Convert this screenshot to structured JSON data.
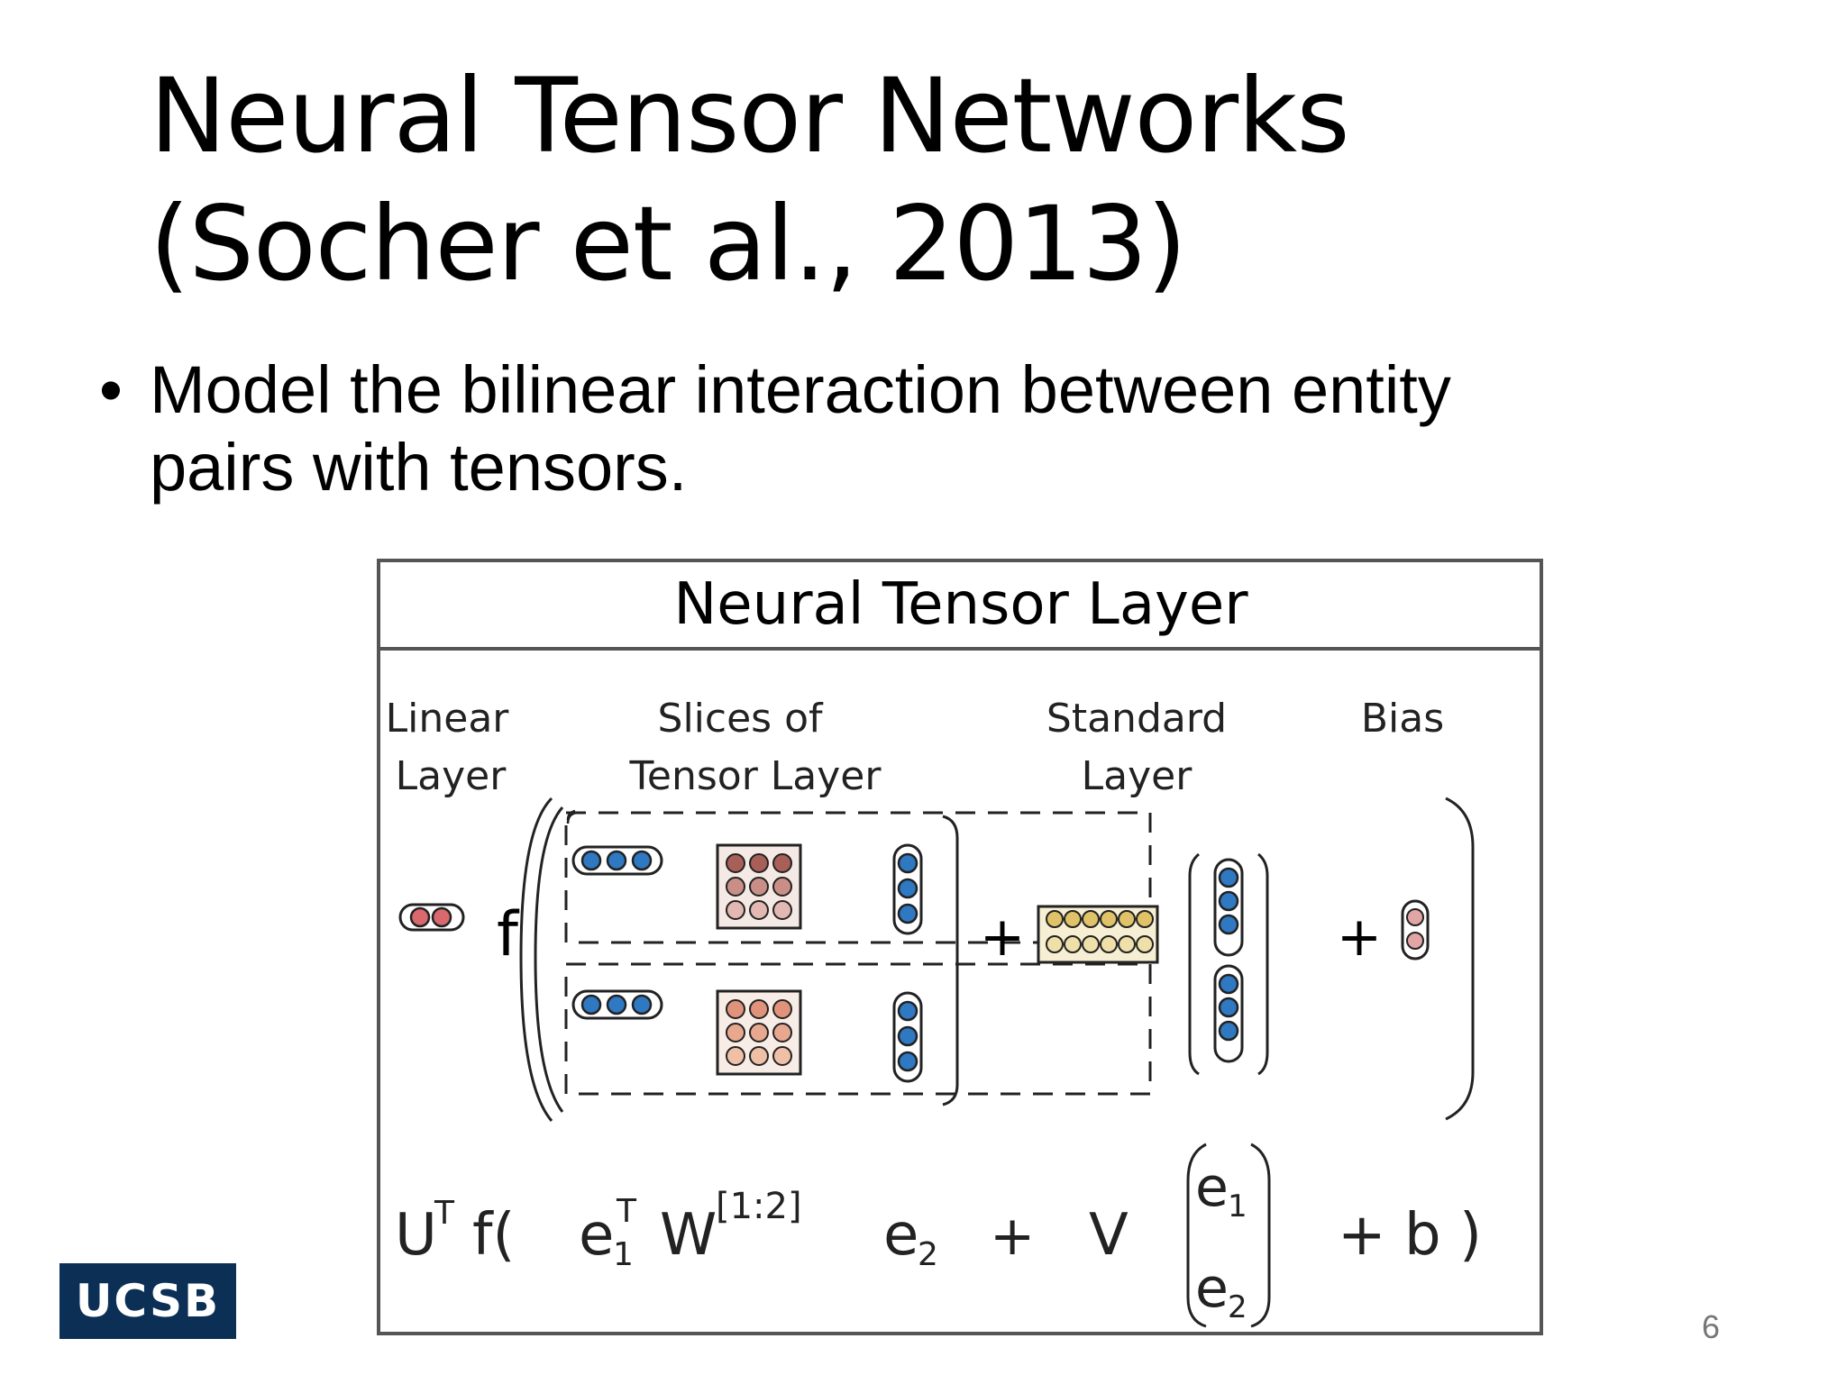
{
  "slide": {
    "title_line1": "Neural Tensor Networks",
    "title_line2": "(Socher et al., 2013)",
    "bullet_symbol": "•",
    "bullet_line1": "Model the bilinear interaction between entity",
    "bullet_line2": "pairs with tensors.",
    "logo_text": "UCSB",
    "page_number": "6"
  },
  "figure": {
    "header": "Neural Tensor Layer",
    "labels": {
      "linear_1": "Linear",
      "linear_2": "Layer",
      "slices_1": "Slices of",
      "slices_2": "Tensor Layer",
      "standard_1": "Standard",
      "standard_2": "Layer",
      "bias": "Bias"
    },
    "f_symbol": "f",
    "plus": "+",
    "equation": {
      "U": "U",
      "U_sup": "T",
      "f_open": "f(",
      "e1": "e",
      "e1_sub": "1",
      "e1_sup": "T",
      "W": "W",
      "W_sup": "[1:2]",
      "e2": "e",
      "e2_sub": "2",
      "plus": "+",
      "V": "V",
      "vec_e1": "e",
      "vec_e1_sub": "1",
      "vec_e2": "e",
      "vec_e2_sub": "2",
      "bias_close": "+ b )"
    }
  },
  "colors": {
    "blue": "#2f78c2",
    "red": "#d9696c",
    "dark_red": "#a85f57",
    "mid_red": "#c98f87",
    "light_red": "#e3b8b2",
    "orange": "#e0937a",
    "light_orange": "#f0c0a6",
    "yellow": "#e0c268",
    "pink": "#e2a5a6",
    "matrix_bg": "#f4e9e4",
    "logo_bg": "#0c2f56"
  }
}
